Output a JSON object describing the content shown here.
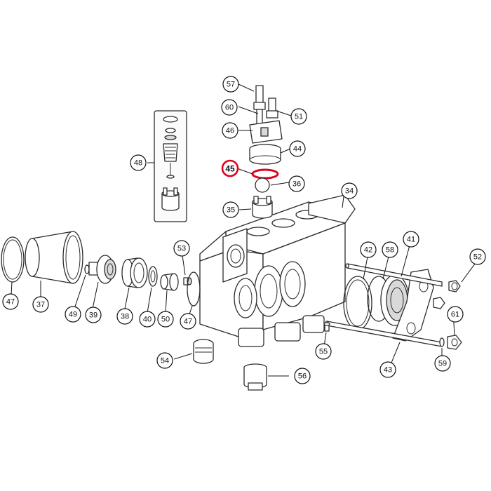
{
  "diagram": {
    "highlight_color": "#e3001b",
    "highlighted_part": "45",
    "callouts": [
      {
        "label": "57",
        "id": "57"
      },
      {
        "label": "60",
        "id": "60"
      },
      {
        "label": "51",
        "id": "51"
      },
      {
        "label": "46",
        "id": "46"
      },
      {
        "label": "44",
        "id": "44"
      },
      {
        "label": "45",
        "id": "45"
      },
      {
        "label": "36",
        "id": "36"
      },
      {
        "label": "48",
        "id": "48"
      },
      {
        "label": "34",
        "id": "34"
      },
      {
        "label": "35",
        "id": "35"
      },
      {
        "label": "53",
        "id": "53"
      },
      {
        "label": "42",
        "id": "42"
      },
      {
        "label": "58",
        "id": "58"
      },
      {
        "label": "41",
        "id": "41"
      },
      {
        "label": "52",
        "id": "52"
      },
      {
        "label": "47",
        "id": "47-left"
      },
      {
        "label": "37",
        "id": "37"
      },
      {
        "label": "49",
        "id": "49"
      },
      {
        "label": "39",
        "id": "39"
      },
      {
        "label": "38",
        "id": "38"
      },
      {
        "label": "40",
        "id": "40"
      },
      {
        "label": "50",
        "id": "50"
      },
      {
        "label": "47",
        "id": "47-right"
      },
      {
        "label": "61",
        "id": "61"
      },
      {
        "label": "55",
        "id": "55"
      },
      {
        "label": "43",
        "id": "43"
      },
      {
        "label": "59",
        "id": "59"
      },
      {
        "label": "54",
        "id": "54"
      },
      {
        "label": "56",
        "id": "56"
      }
    ]
  }
}
